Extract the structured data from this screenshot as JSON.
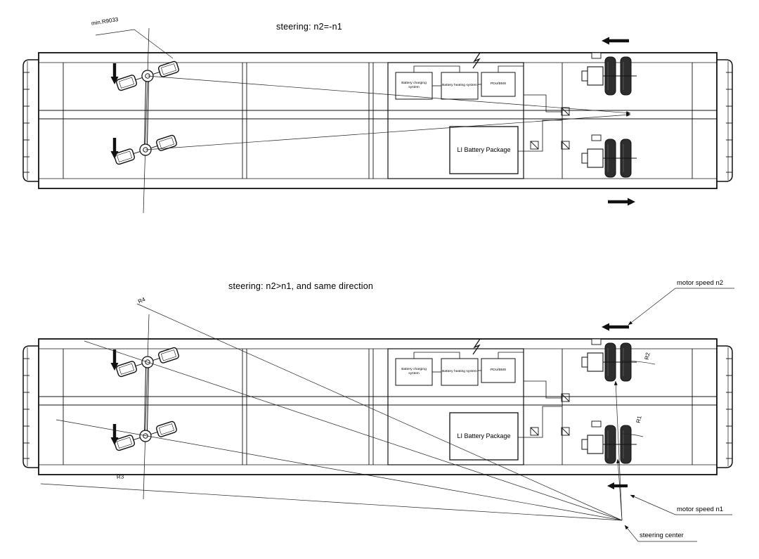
{
  "diagram_top": {
    "title": "steering: n2=-n1",
    "min_radius_label": "min.R9033"
  },
  "diagram_bottom": {
    "title": "steering: n2>n1, and same direction",
    "r1": "R1",
    "r2": "R2",
    "r3": "R3",
    "r4": "R4",
    "motor_speed_n2": "motor speed n2",
    "motor_speed_n1": "motor speed n1",
    "steering_center": "steering center"
  },
  "components": {
    "battery_charging": "Battery charging system",
    "battery_heating": "Battery heating system",
    "pdu_bms": "PDU/BMS",
    "li_battery": "LI Battery Package"
  }
}
